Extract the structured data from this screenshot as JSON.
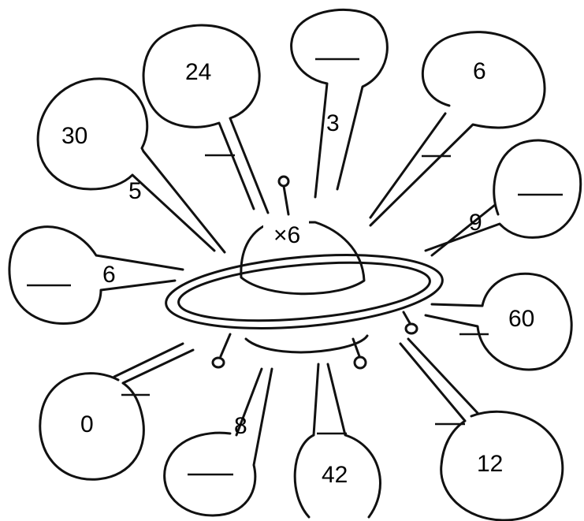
{
  "operator_label": "×6",
  "bubbles": [
    {
      "id": "top-left-30",
      "text": "30"
    },
    {
      "id": "top-24",
      "text": "24"
    },
    {
      "id": "top-blank",
      "text": ""
    },
    {
      "id": "top-right-6",
      "text": "6"
    },
    {
      "id": "right-blank",
      "text": ""
    },
    {
      "id": "right-60",
      "text": "60"
    },
    {
      "id": "bottom-right-12",
      "text": "12"
    },
    {
      "id": "bottom-42",
      "text": "42"
    },
    {
      "id": "bottom-left-blank",
      "text": ""
    },
    {
      "id": "left-0",
      "text": "0"
    },
    {
      "id": "left-blank",
      "text": ""
    }
  ],
  "factors": [
    {
      "id": "factor-5",
      "text": "5"
    },
    {
      "id": "factor-3",
      "text": "3"
    },
    {
      "id": "factor-9",
      "text": "9"
    },
    {
      "id": "factor-6",
      "text": "6"
    },
    {
      "id": "factor-8",
      "text": "8"
    }
  ]
}
